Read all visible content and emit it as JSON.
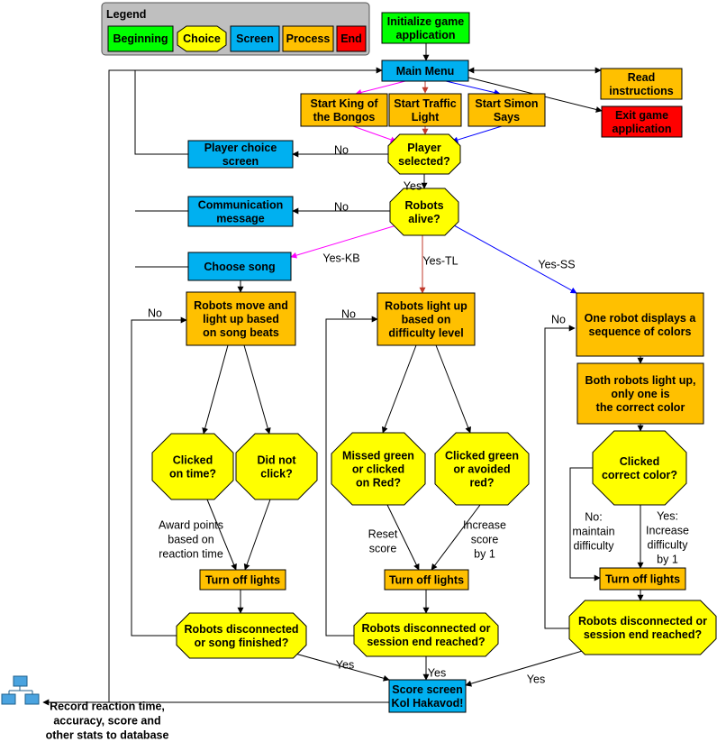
{
  "colors": {
    "beginning": "#00ff00",
    "choice": "#ffff00",
    "screen": "#00b0f0",
    "process": "#ffc000",
    "end": "#ff0000",
    "legend_bg": "#bfbfbf",
    "arrow_kb": "#ff00ff",
    "arrow_tl": "#c0392b",
    "arrow_ss": "#0000ff"
  },
  "legend": {
    "title": "Legend",
    "beginning": "Beginning",
    "choice": "Choice",
    "screen": "Screen",
    "process": "Process",
    "end": "End"
  },
  "nodes": {
    "init": [
      "Initialize game",
      "application"
    ],
    "main_menu": [
      "Main Menu"
    ],
    "read_instructions": [
      "Read",
      "instructions"
    ],
    "exit_game": [
      "Exit game",
      "application"
    ],
    "start_kb": [
      "Start King of",
      "the Bongos"
    ],
    "start_tl": [
      "Start Traffic",
      "Light"
    ],
    "start_ss": [
      "Start Simon",
      "Says"
    ],
    "player_selected": [
      "Player",
      "selected?"
    ],
    "player_choice_screen": [
      "Player choice",
      "screen"
    ],
    "robots_alive": [
      "Robots",
      "alive?"
    ],
    "communication_message": [
      "Communication",
      "message"
    ],
    "choose_song": [
      "Choose song"
    ],
    "kb_process": [
      "Robots move and",
      "light up based",
      "on song beats"
    ],
    "kb_clicked_on_time": [
      "Clicked",
      "on time?"
    ],
    "kb_did_not_click": [
      "Did not",
      "click?"
    ],
    "kb_turn_off": [
      "Turn off lights"
    ],
    "kb_disconnected": [
      "Robots disconnected",
      "or song finished?"
    ],
    "tl_process": [
      "Robots light up",
      "based on",
      "difficulty level"
    ],
    "tl_missed": [
      "Missed green",
      "or clicked",
      "on Red?"
    ],
    "tl_clicked": [
      "Clicked green",
      "or avoided",
      "red?"
    ],
    "tl_turn_off": [
      "Turn off lights"
    ],
    "tl_disconnected": [
      "Robots disconnected or",
      "session end reached?"
    ],
    "ss_process1": [
      "One robot displays a",
      "sequence of colors"
    ],
    "ss_process2": [
      "Both robots light up,",
      "only one is",
      "the correct color"
    ],
    "ss_clicked": [
      "Clicked",
      "correct color?"
    ],
    "ss_turn_off": [
      "Turn off lights"
    ],
    "ss_disconnected": [
      "Robots disconnected or",
      "session end reached?"
    ],
    "score_screen": [
      "Score screen",
      "Kol Hakavod!"
    ],
    "database": [
      "Record reaction time,",
      "accuracy, score and",
      "other stats to database"
    ]
  },
  "edge_labels": {
    "no_player": "No",
    "yes_player": "Yes",
    "no_alive": "No",
    "yes_kb": "Yes-KB",
    "yes_tl": "Yes-TL",
    "yes_ss": "Yes-SS",
    "kb_no": "No",
    "tl_no": "No",
    "ss_no": "No",
    "kb_award": [
      "Award points",
      "based on",
      "reaction time"
    ],
    "tl_reset": [
      "Reset",
      "score"
    ],
    "tl_increase": [
      "Increase",
      "score",
      "by 1"
    ],
    "ss_no_maintain": [
      "No:",
      "maintain",
      "difficulty"
    ],
    "ss_yes_increase": [
      "Yes:",
      "Increase",
      "difficulty",
      "by 1"
    ],
    "kb_yes": "Yes",
    "tl_yes": "Yes",
    "ss_yes": "Yes"
  }
}
